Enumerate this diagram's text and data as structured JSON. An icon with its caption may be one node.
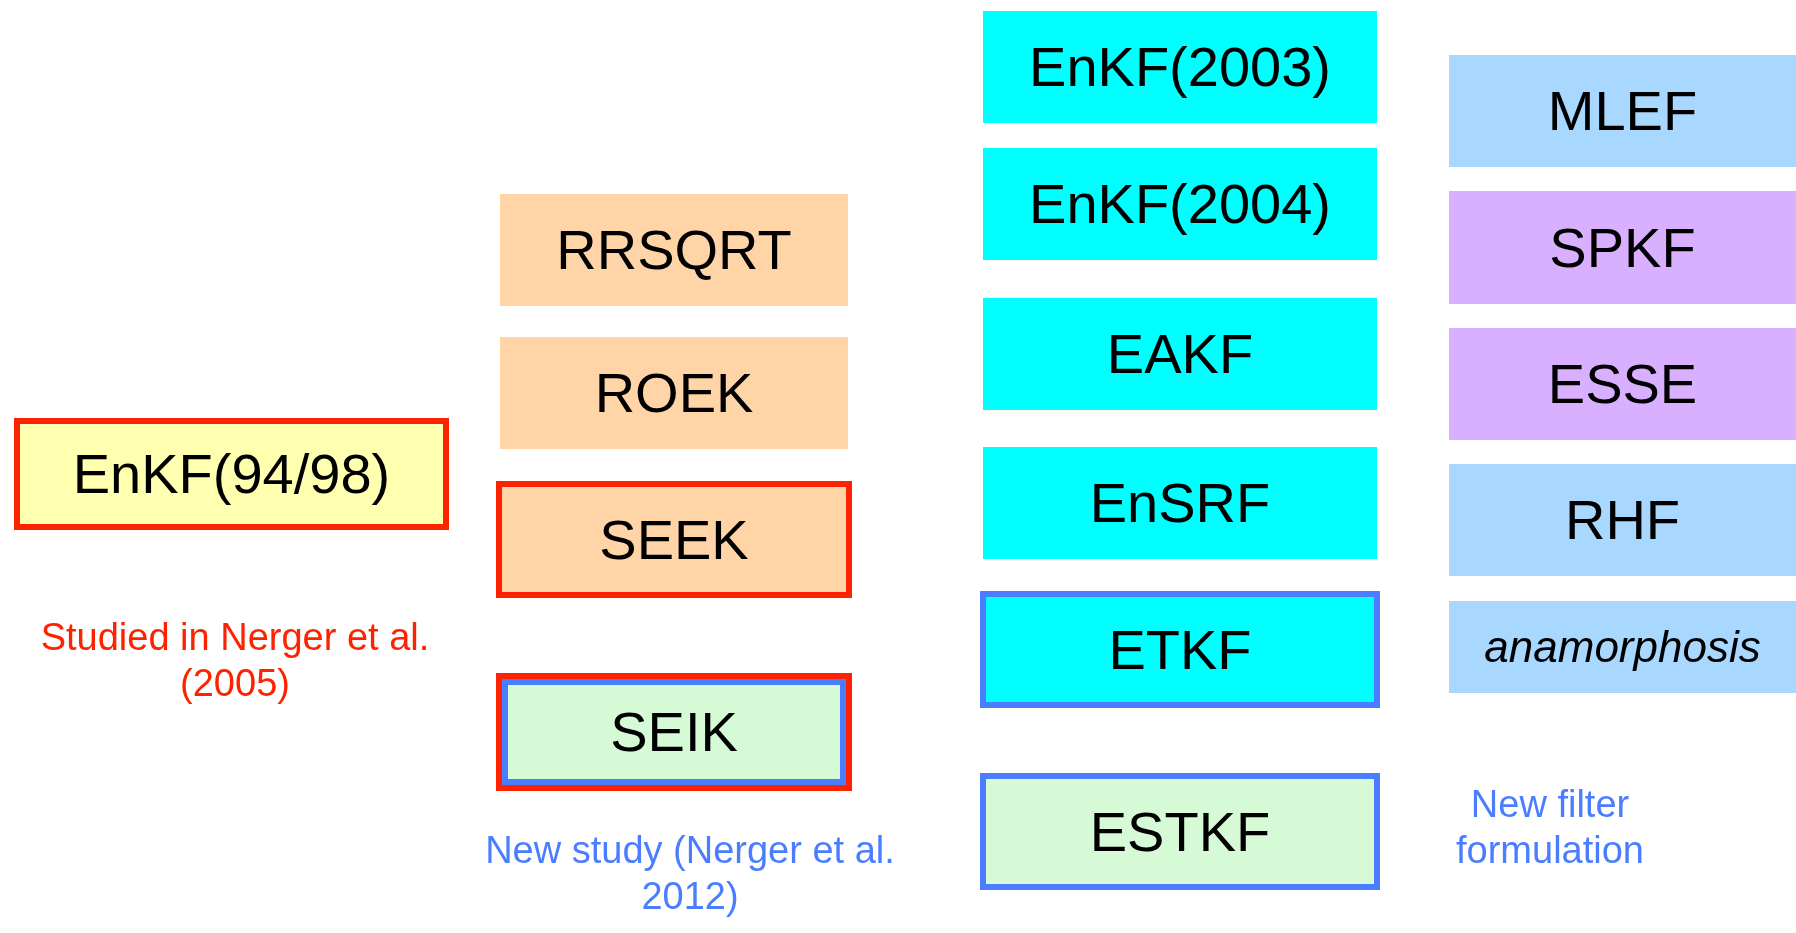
{
  "diagram": {
    "nodes": [
      {
        "text": [
          "EnKF(94/98)"
        ]
      },
      {
        "text": [
          "RRSQRT"
        ]
      },
      {
        "text": [
          "ROEK"
        ]
      },
      {
        "text": [
          "SEEK"
        ]
      },
      {
        "text": [
          "SEIK"
        ]
      },
      {
        "text": [
          "EnKF(2003)"
        ]
      },
      {
        "text": [
          "EnKF(2004)"
        ]
      },
      {
        "text": [
          "EAKF"
        ]
      },
      {
        "text": [
          "EnSRF"
        ]
      },
      {
        "text": [
          "ETKF"
        ]
      },
      {
        "text": [
          "ESTKF"
        ]
      },
      {
        "text": [
          "MLEF"
        ]
      },
      {
        "text": [
          "SPKF"
        ]
      },
      {
        "text": [
          "ESSE"
        ]
      },
      {
        "text": [
          "RHF"
        ]
      },
      {
        "text": [
          "anamorphosis"
        ]
      }
    ],
    "labels": [
      "Studied in Nerger et al. (2005)",
      "New study (Nerger et al. 2012)",
      "New filter formulation"
    ]
  }
}
